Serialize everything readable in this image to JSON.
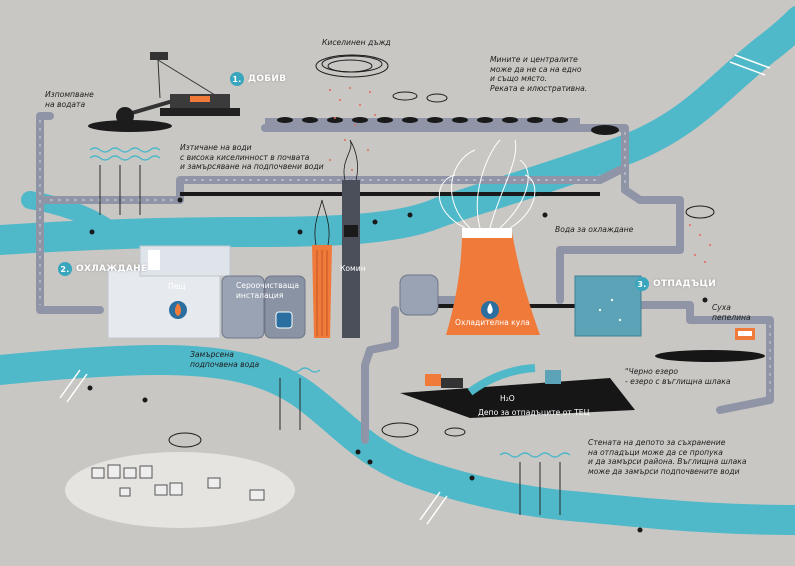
{
  "colors": {
    "background": "#c9c7c3",
    "river": "#4fb8c9",
    "pipe": "#8f95a6",
    "pipe_dark": "#6f7587",
    "accent_orange": "#f07a3a",
    "section_circle": "#3aa6bd",
    "black_lake": "#161616",
    "building": "#e6eaef",
    "tank": "#9aa3b3",
    "teal_box": "#5da3b7"
  },
  "sections": {
    "s1": {
      "num": "1.",
      "name": "ДОБИВ"
    },
    "s2": {
      "num": "2.",
      "name": "ОХЛАЖДАНЕ"
    },
    "s3": {
      "num": "3.",
      "name": "ОТПАДЪЦИ"
    }
  },
  "labels": {
    "acid_rain": "Киселинен дъжд",
    "mines_note": "Мините и централите\nможе да не са на едно\nи също място.\nРеката е илюстративна.",
    "water_pumping": "Изпомпване\nна водата",
    "acid_leak": "Изтичане на води\nс висока киселинност в почвата\nи замърсяване на подпочвени води",
    "cooling_water": "Вода за охлаждане",
    "furnace": "Пещ",
    "desulfurization": "Сероочистваща\nинсталация",
    "chimney": "Комин",
    "cooling_tower": "Охладителна кула",
    "polluted_groundwater": "Замърсена\nподпочвена вода",
    "dry_ash": "Суха\nпепелина",
    "black_lake": "\"Черно езеро\n- езеро с въглищна шлака",
    "tec_depot": "Депо за отпадъците от ТЕЦ",
    "h2o": "H₂O",
    "depot_wall": "Стената на депото за съхранение\nна отпадъци може да се пропука\nи да замърси района. Въглищна шлака\nможе да замърси подпочвените води"
  }
}
